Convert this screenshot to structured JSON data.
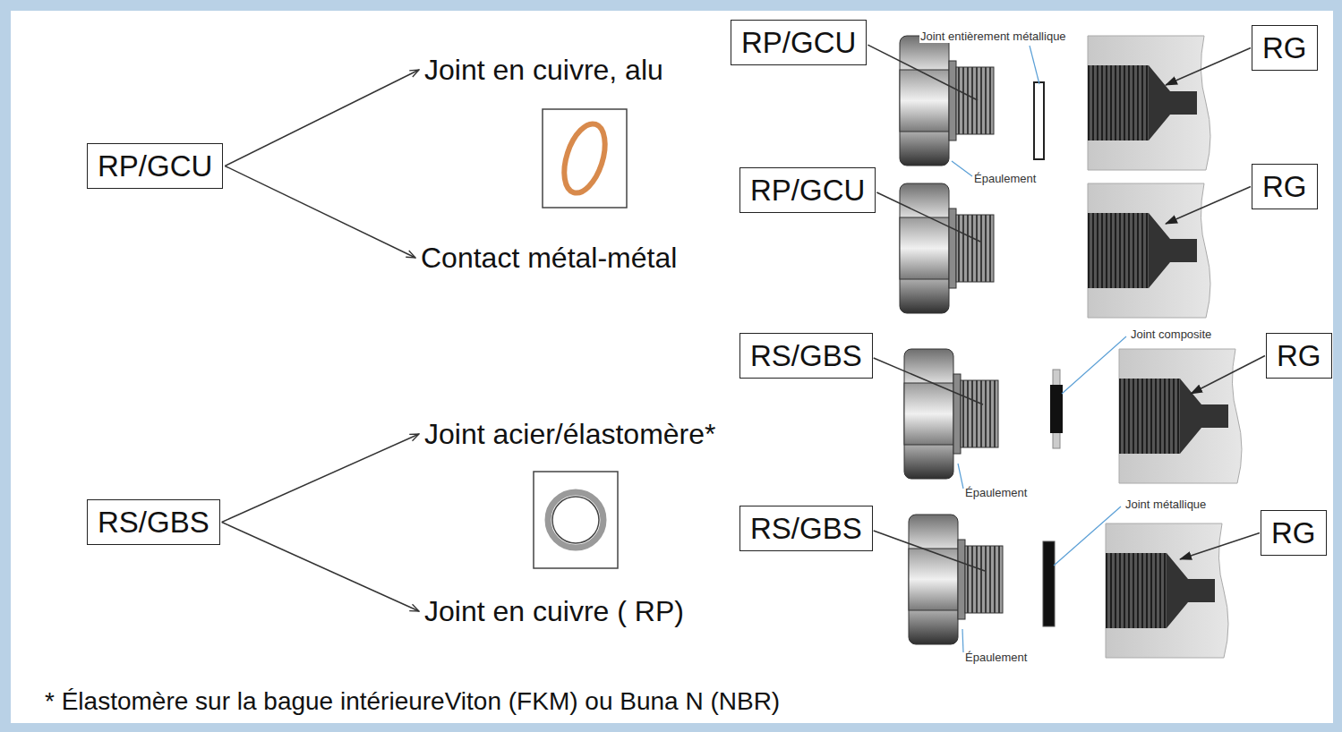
{
  "diagram": {
    "nodes": [
      {
        "text": [
          "RP/GCU"
        ]
      },
      {
        "text": [
          "RS/GBS"
        ]
      },
      {
        "text": [
          "RP/GCU"
        ]
      },
      {
        "text": [
          "RG"
        ]
      },
      {
        "text": [
          "RP/GCU"
        ]
      },
      {
        "text": [
          "RG"
        ]
      },
      {
        "text": [
          "RS/GBS"
        ]
      },
      {
        "text": [
          "RG"
        ]
      },
      {
        "text": [
          "RS/GBS"
        ]
      },
      {
        "text": [
          "RG"
        ]
      }
    ],
    "labels": [
      "Joint en cuivre, alu",
      "Contact métal-métal",
      "Joint acier/élastomère*",
      "Joint en cuivre ( RP)",
      "Joint entièrement métallique",
      "Épaulement",
      "Joint composite",
      "Épaulement",
      "Joint métallique",
      "Épaulement",
      "* Élastomère sur la bague intérieureViton (FKM) ou Buna N (NBR)"
    ]
  }
}
